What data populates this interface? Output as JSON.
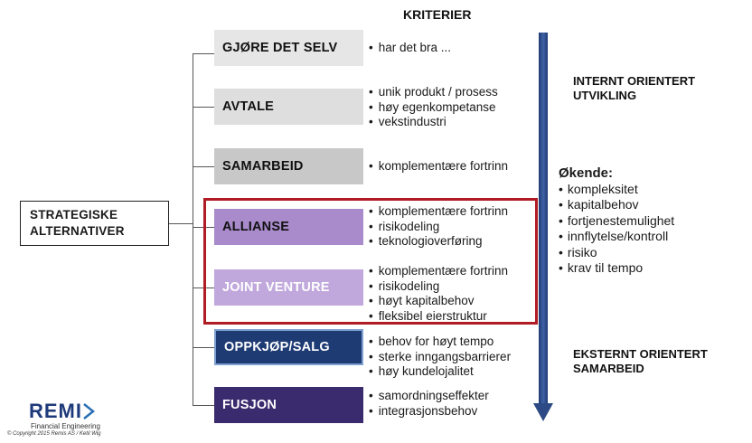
{
  "header": {
    "kriterier": "KRITERIER"
  },
  "left_box": {
    "line1": "STRATEGISKE",
    "line2": "ALTERNATIVER"
  },
  "alternatives": [
    {
      "label": "GJØRE DET SELV",
      "bg": "#e6e6e6",
      "fg": "#111111",
      "criteria": [
        "har det bra ..."
      ]
    },
    {
      "label": "AVTALE",
      "bg": "#dedede",
      "fg": "#111111",
      "criteria": [
        "unik produkt / prosess",
        "høy egenkompetanse",
        "vekstindustri"
      ]
    },
    {
      "label": "SAMARBEID",
      "bg": "#c8c8c8",
      "fg": "#111111",
      "criteria": [
        "komplementære fortrinn"
      ]
    },
    {
      "label": "ALLIANSE",
      "bg": "#a98bcb",
      "fg": "#111111",
      "criteria": [
        "komplementære fortrinn",
        "risikodeling",
        "teknologioverføring"
      ]
    },
    {
      "label": "JOINT VENTURE",
      "bg": "#c0a8dc",
      "fg": "#ffffff",
      "criteria": [
        "komplementære fortrinn",
        "risikodeling",
        "høyt kapitalbehov",
        "fleksibel eierstruktur"
      ]
    },
    {
      "label": "OPPKJØP/SALG",
      "bg": "#1e3b73",
      "fg": "#ffffff",
      "criteria": [
        "behov for høyt tempo",
        "sterke inngangsbarrierer",
        "høy kundelojalitet"
      ]
    },
    {
      "label": "FUSJON",
      "bg": "#3a2a6e",
      "fg": "#ffffff",
      "criteria": [
        "samordningseffekter",
        "integrasjonsbehov"
      ]
    }
  ],
  "right": {
    "top_label_1": "INTERNT ORIENTERT",
    "top_label_2": "UTVIKLING",
    "bottom_label_1": "EKSTERNT ORIENTERT",
    "bottom_label_2": "SAMARBEID",
    "okende_title": "Økende:",
    "okende_items": [
      "kompleksitet",
      "kapitalbehov",
      "fortjenestemulighet",
      "innflytelse/kontroll",
      "risiko",
      "krav til tempo"
    ]
  },
  "arrow_color": "#2d4a86",
  "highlight_color": "#b01b24",
  "logo": {
    "name": "REMI",
    "sub": "Financial Engineering",
    "copyright": "Copyright 2015 Remis AS / Ketil Wig"
  }
}
